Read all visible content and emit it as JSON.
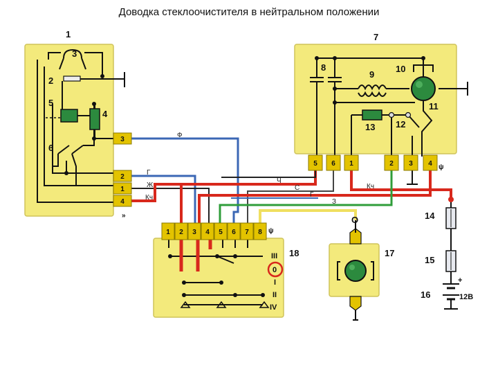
{
  "title": "Доводка стеклоочистителя в нейтральном положении",
  "components": {
    "c1": "1",
    "c2": "2",
    "c3": "3",
    "c4": "4",
    "c5": "5",
    "c6": "6",
    "c7": "7",
    "c8": "8",
    "c9": "9",
    "c10": "10",
    "c11": "11",
    "c12": "12",
    "c13": "13",
    "c14": "14",
    "c15": "15",
    "c16": "16",
    "c17": "17",
    "c18": "18"
  },
  "relay_pins": [
    "3",
    "2",
    "1",
    "4"
  ],
  "relay_pin_symbol": "»",
  "motor_pins": [
    "5",
    "6",
    "1",
    "2",
    "3",
    "4"
  ],
  "motor_pin_symbol": "ψ",
  "switch_pins": [
    "1",
    "2",
    "3",
    "4",
    "5",
    "6",
    "7",
    "8"
  ],
  "switch_pin_symbol": "ψ",
  "switch_positions": [
    "III",
    "0",
    "I",
    "II",
    "IV"
  ],
  "wire_labels": {
    "f": "Ф",
    "g1": "Г",
    "zh": "Ж",
    "kch1": "Кч",
    "ch": "Ч",
    "s": "С",
    "g2": "Г",
    "kch2": "Кч",
    "z": "З"
  },
  "pump_label": "О",
  "battery_voltage": "12В",
  "battery_plus": "+",
  "colors": {
    "panel": "#f3ea7c",
    "connector": "#e3c300",
    "red_wire": "#d8281c",
    "blue_wire": "#3b67b5",
    "green_wire": "#2f9d3a",
    "motor_green": "#2c8a3e"
  }
}
